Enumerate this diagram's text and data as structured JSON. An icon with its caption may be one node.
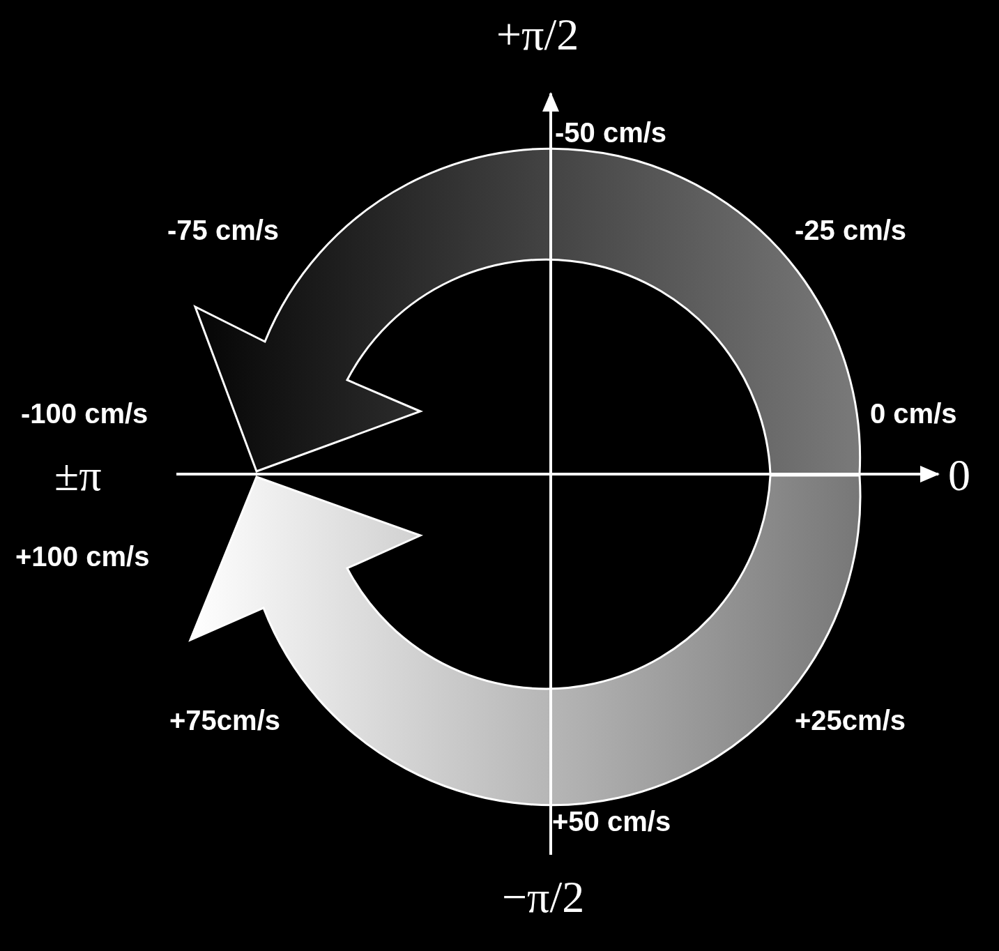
{
  "diagram": {
    "labels": [
      "+π/2",
      "-50 cm/s",
      "-75 cm/s",
      "-25 cm/s",
      "-100 cm/s",
      "0 cm/s",
      "±π",
      "0",
      "+100 cm/s",
      "+75cm/s",
      "+25cm/s",
      "+50 cm/s",
      "−π/2"
    ]
  }
}
